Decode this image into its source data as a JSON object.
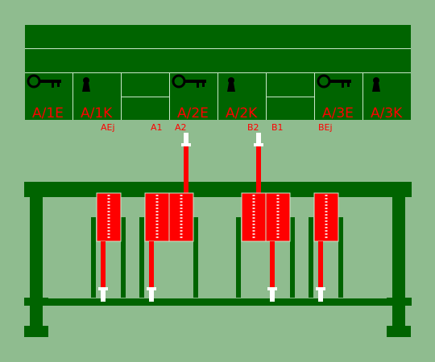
{
  "panel": {
    "cells": [
      {
        "label": "A/1E",
        "icon": "key-icon"
      },
      {
        "label": "A/1K",
        "icon": "keyhole-icon"
      },
      {
        "label": "",
        "icon": "none"
      },
      {
        "label": "A/2E",
        "icon": "key-icon"
      },
      {
        "label": "A/2K",
        "icon": "keyhole-icon"
      },
      {
        "label": "",
        "icon": "none"
      },
      {
        "label": "A/3E",
        "icon": "key-icon"
      },
      {
        "label": "A/3K",
        "icon": "keyhole-icon"
      }
    ]
  },
  "slot_labels": [
    "AEj",
    "A1",
    "A2",
    "B2",
    "B1",
    "BEj"
  ],
  "colors": {
    "background": "#8fbc8f",
    "frame": "#006400",
    "bolt": "#ff0000",
    "pin": "#ffffff",
    "label": "#ff0000",
    "icon": "#000000"
  }
}
